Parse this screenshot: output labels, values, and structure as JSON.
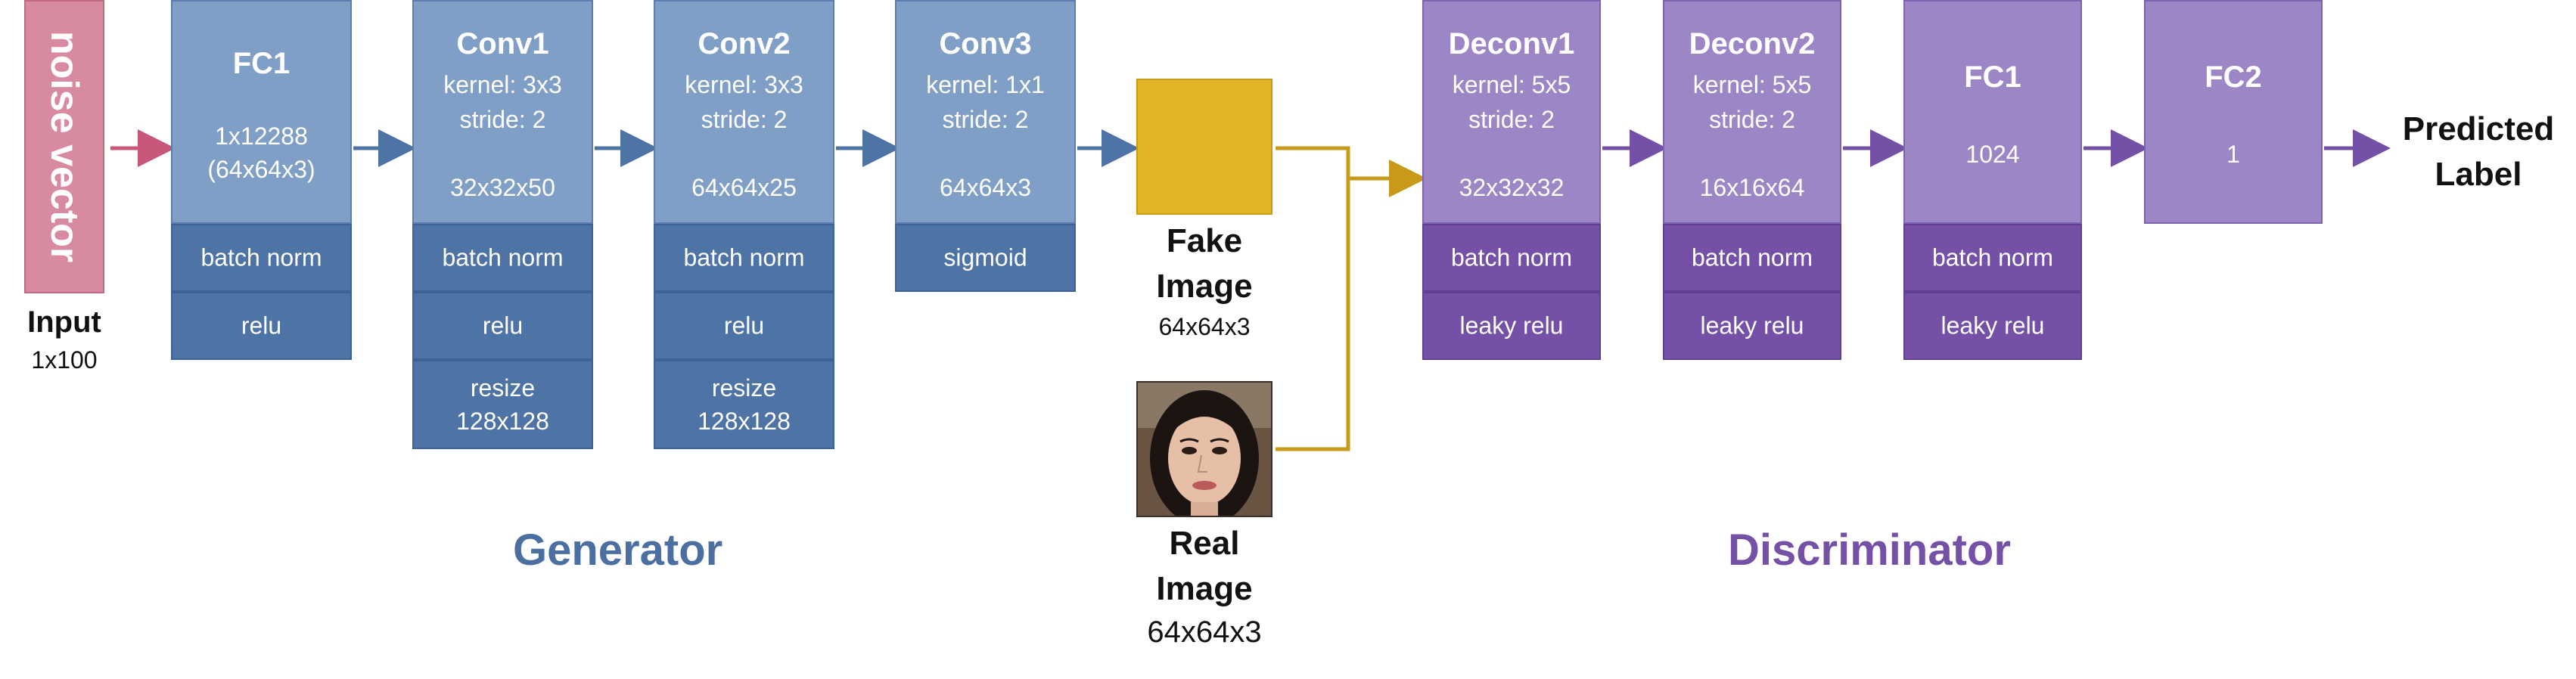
{
  "colors": {
    "generator_light": "#7f9fc6",
    "generator_dark": "#4e73a5",
    "discriminator_light": "#9d86c6",
    "discriminator_dark": "#7451a6",
    "noise": "#d88aa0",
    "fake_image": "#e3b427",
    "generator_text": "#4a6fa0",
    "discriminator_text": "#7451a6"
  },
  "input": {
    "box_label": "noise vector",
    "title": "Input",
    "size": "1x100"
  },
  "generator": {
    "label": "Generator",
    "fc1": {
      "title": "FC1",
      "line1": "1x12288",
      "line2": "(64x64x3)",
      "rows": [
        "batch norm",
        "relu"
      ]
    },
    "conv1": {
      "title": "Conv1",
      "kernel": "kernel: 3x3",
      "stride": "stride: 2",
      "output": "32x32x50",
      "rows": [
        "batch norm",
        "relu",
        "resize",
        "128x128"
      ]
    },
    "conv2": {
      "title": "Conv2",
      "kernel": "kernel: 3x3",
      "stride": "stride: 2",
      "output": "64x64x25",
      "rows": [
        "batch norm",
        "relu",
        "resize",
        "128x128"
      ]
    },
    "conv3": {
      "title": "Conv3",
      "kernel": "kernel: 1x1",
      "stride": "stride: 2",
      "output": "64x64x3",
      "rows": [
        "sigmoid"
      ]
    }
  },
  "fake_image": {
    "line1": "Fake",
    "line2": "Image",
    "size": "64x64x3"
  },
  "real_image": {
    "line1": "Real",
    "line2": "Image",
    "size": "64x64x3",
    "photo": "face-photo"
  },
  "discriminator": {
    "label": "Discriminator",
    "deconv1": {
      "title": "Deconv1",
      "kernel": "kernel: 5x5",
      "stride": "stride: 2",
      "output": "32x32x32",
      "rows": [
        "batch norm",
        "leaky relu"
      ]
    },
    "deconv2": {
      "title": "Deconv2",
      "kernel": "kernel: 5x5",
      "stride": "stride: 2",
      "output": "16x16x64",
      "rows": [
        "batch norm",
        "leaky relu"
      ]
    },
    "fc1": {
      "title": "FC1",
      "output": "1024",
      "rows": [
        "batch norm",
        "leaky relu"
      ]
    },
    "fc2": {
      "title": "FC2",
      "output": "1"
    }
  },
  "output": {
    "line1": "Predicted",
    "line2": "Label"
  }
}
